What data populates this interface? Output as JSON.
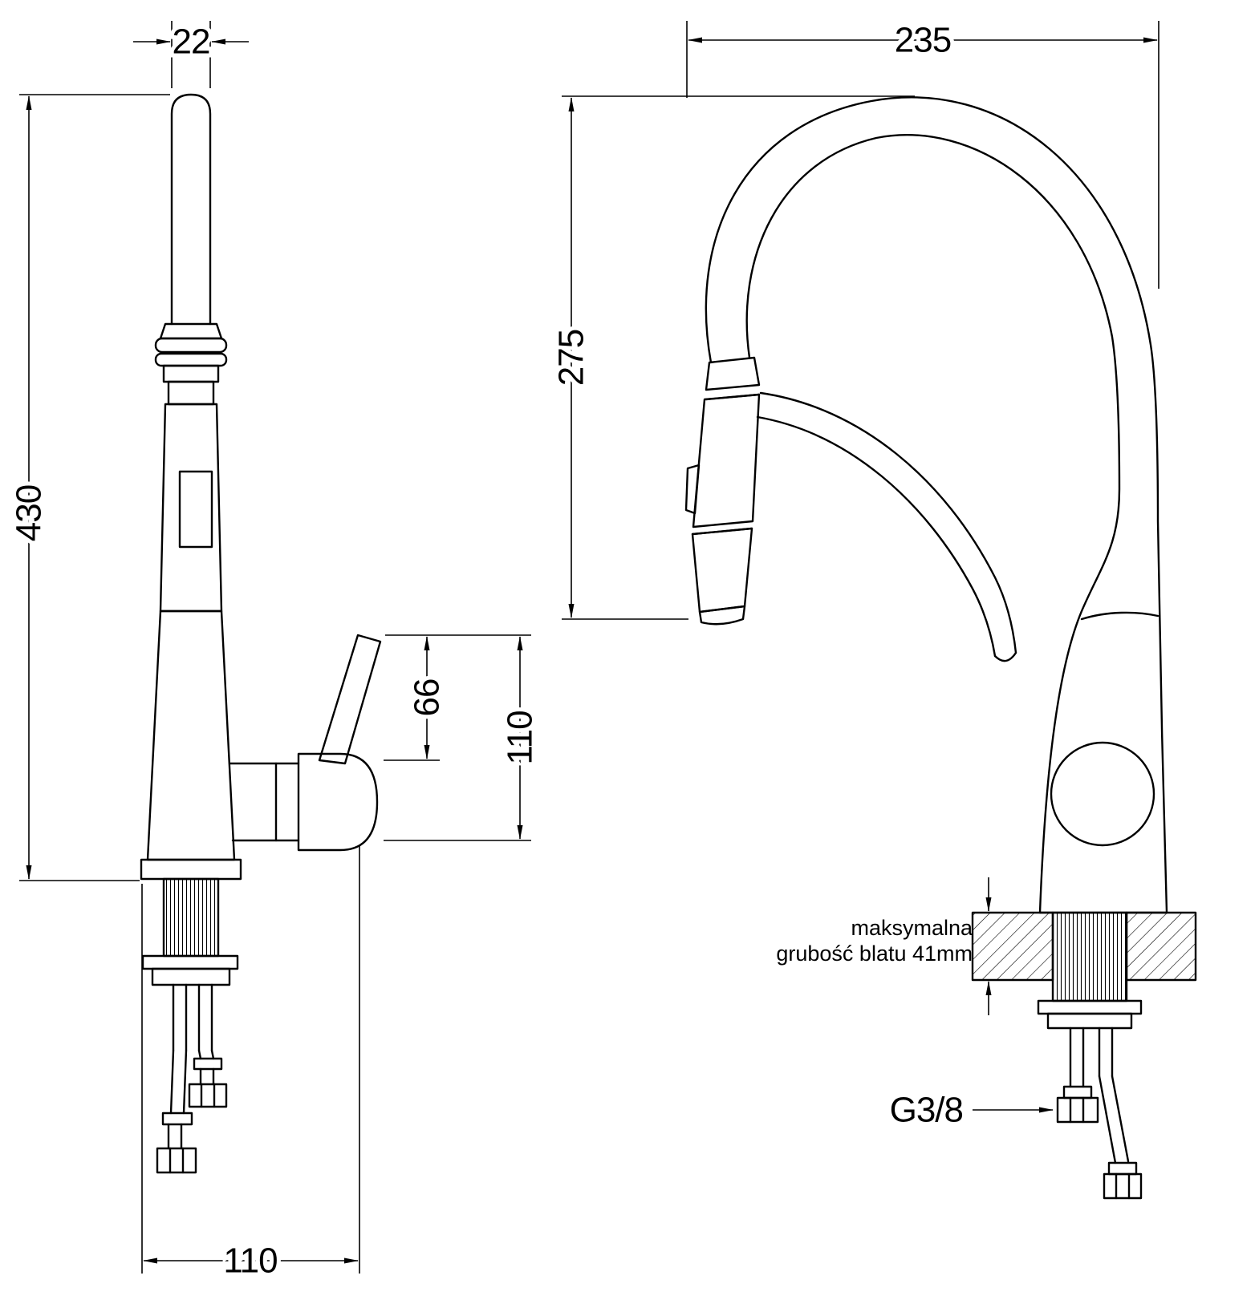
{
  "colors": {
    "ink": "#000000",
    "background": "#ffffff"
  },
  "left_view": {
    "dims": {
      "spout_width": "22",
      "total_height": "430",
      "handle_rise": "66",
      "handle_height": "110",
      "base_depth": "110"
    }
  },
  "right_view": {
    "dims": {
      "spout_reach": "235",
      "spout_height": "275"
    },
    "notes": {
      "counter_line1": "maksymalna",
      "counter_line2": "grubość blatu 41mm",
      "thread": "G3/8"
    }
  }
}
